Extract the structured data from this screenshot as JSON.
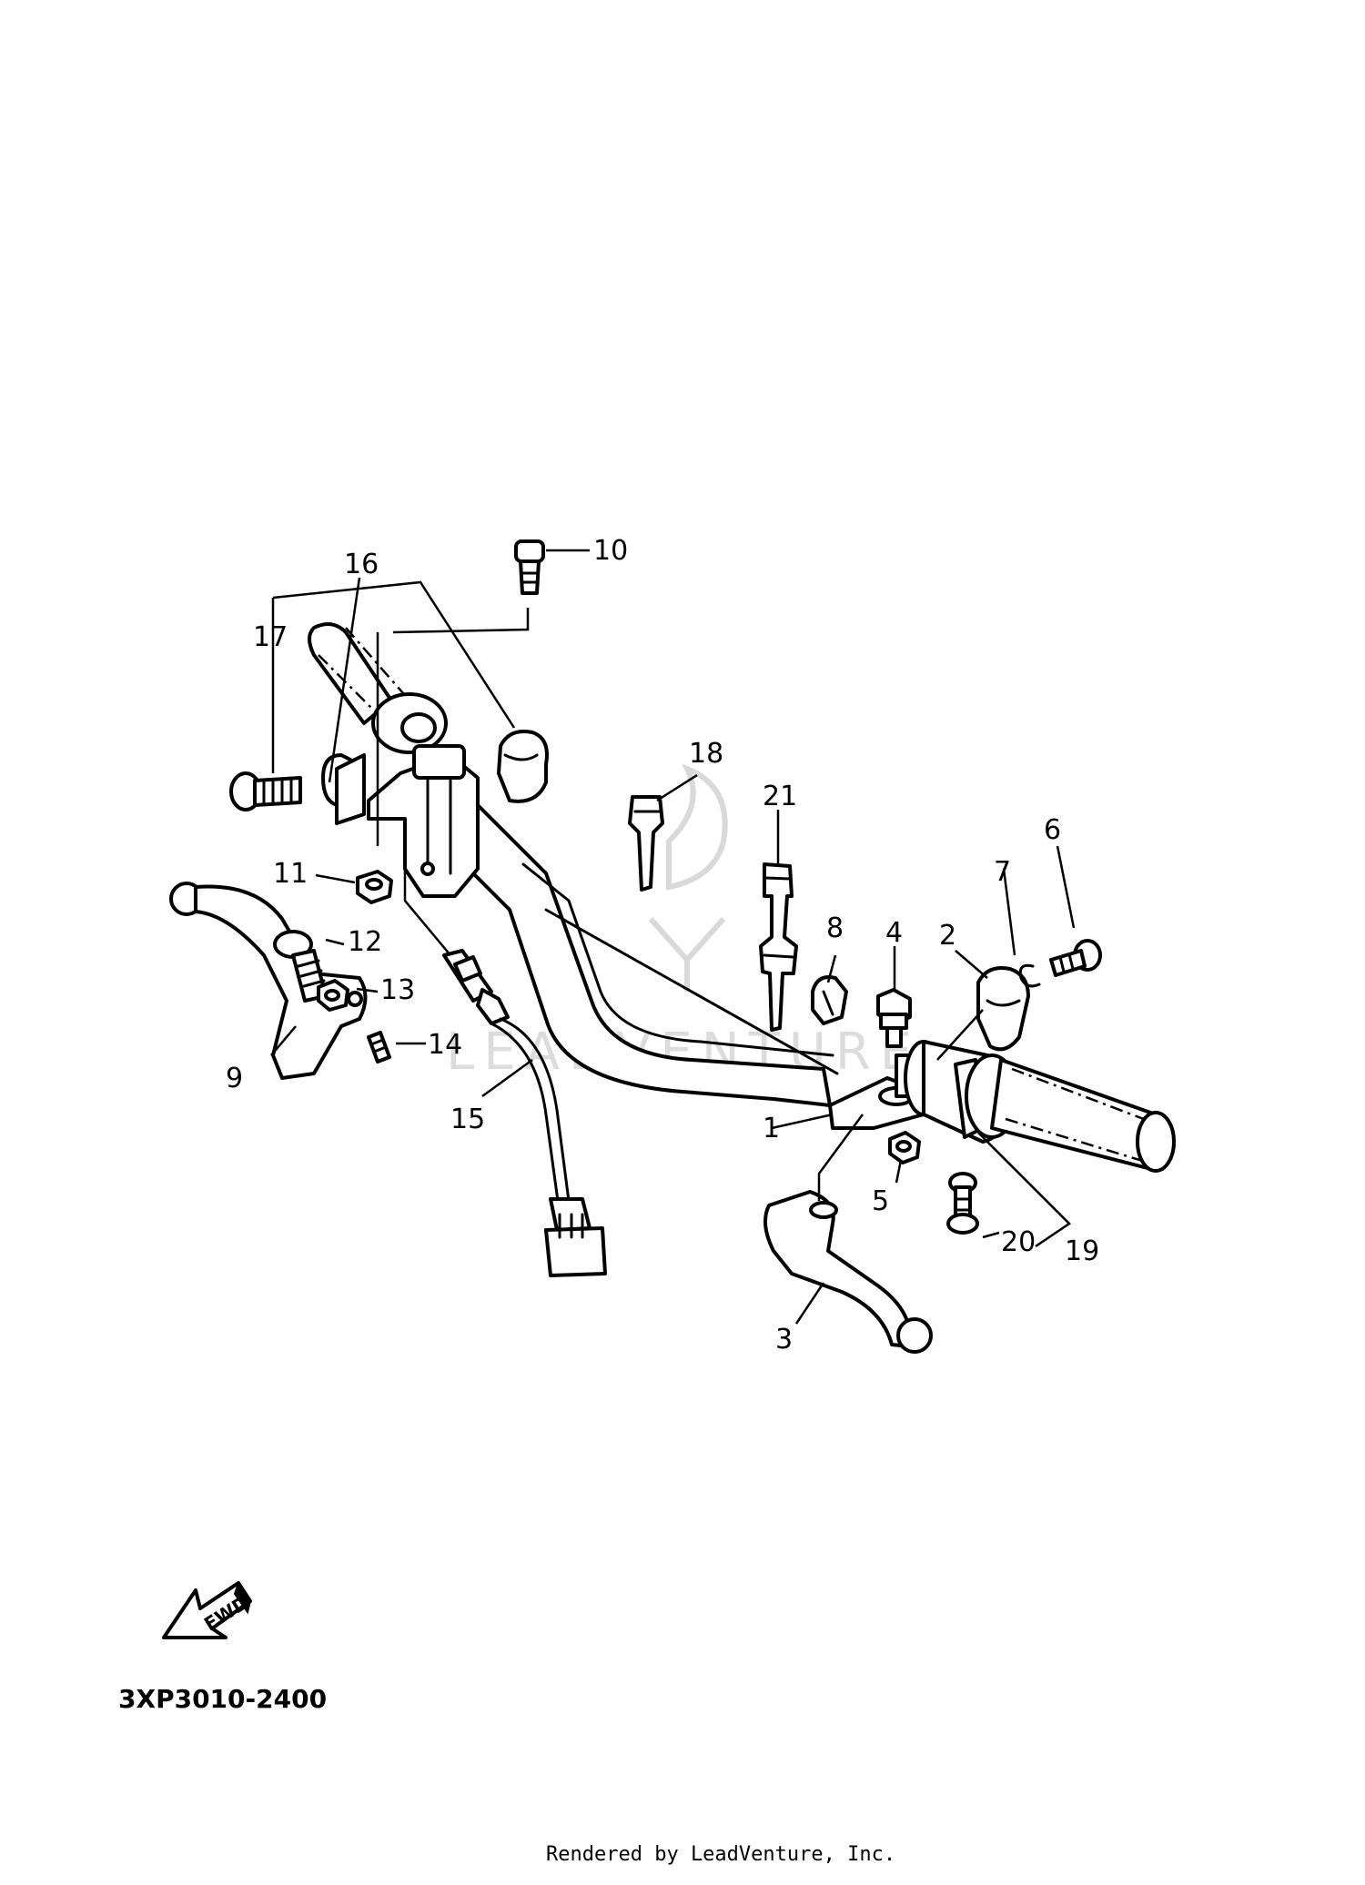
{
  "diagram": {
    "code": "3XP3010-2400",
    "fwd_label": "FWD",
    "footer": "Rendered by LeadVenture, Inc.",
    "watermark": "LEADVENTURE",
    "callouts": [
      {
        "id": "1",
        "label": "1"
      },
      {
        "id": "2",
        "label": "2"
      },
      {
        "id": "3",
        "label": "3"
      },
      {
        "id": "4",
        "label": "4"
      },
      {
        "id": "5",
        "label": "5"
      },
      {
        "id": "6",
        "label": "6"
      },
      {
        "id": "7",
        "label": "7"
      },
      {
        "id": "8",
        "label": "8"
      },
      {
        "id": "9",
        "label": "9"
      },
      {
        "id": "10",
        "label": "10"
      },
      {
        "id": "11",
        "label": "11"
      },
      {
        "id": "12",
        "label": "12"
      },
      {
        "id": "13",
        "label": "13"
      },
      {
        "id": "14",
        "label": "14"
      },
      {
        "id": "15",
        "label": "15"
      },
      {
        "id": "16",
        "label": "16"
      },
      {
        "id": "17",
        "label": "17"
      },
      {
        "id": "18",
        "label": "18"
      },
      {
        "id": "19",
        "label": "19"
      },
      {
        "id": "20",
        "label": "20"
      },
      {
        "id": "21",
        "label": "21"
      }
    ]
  }
}
